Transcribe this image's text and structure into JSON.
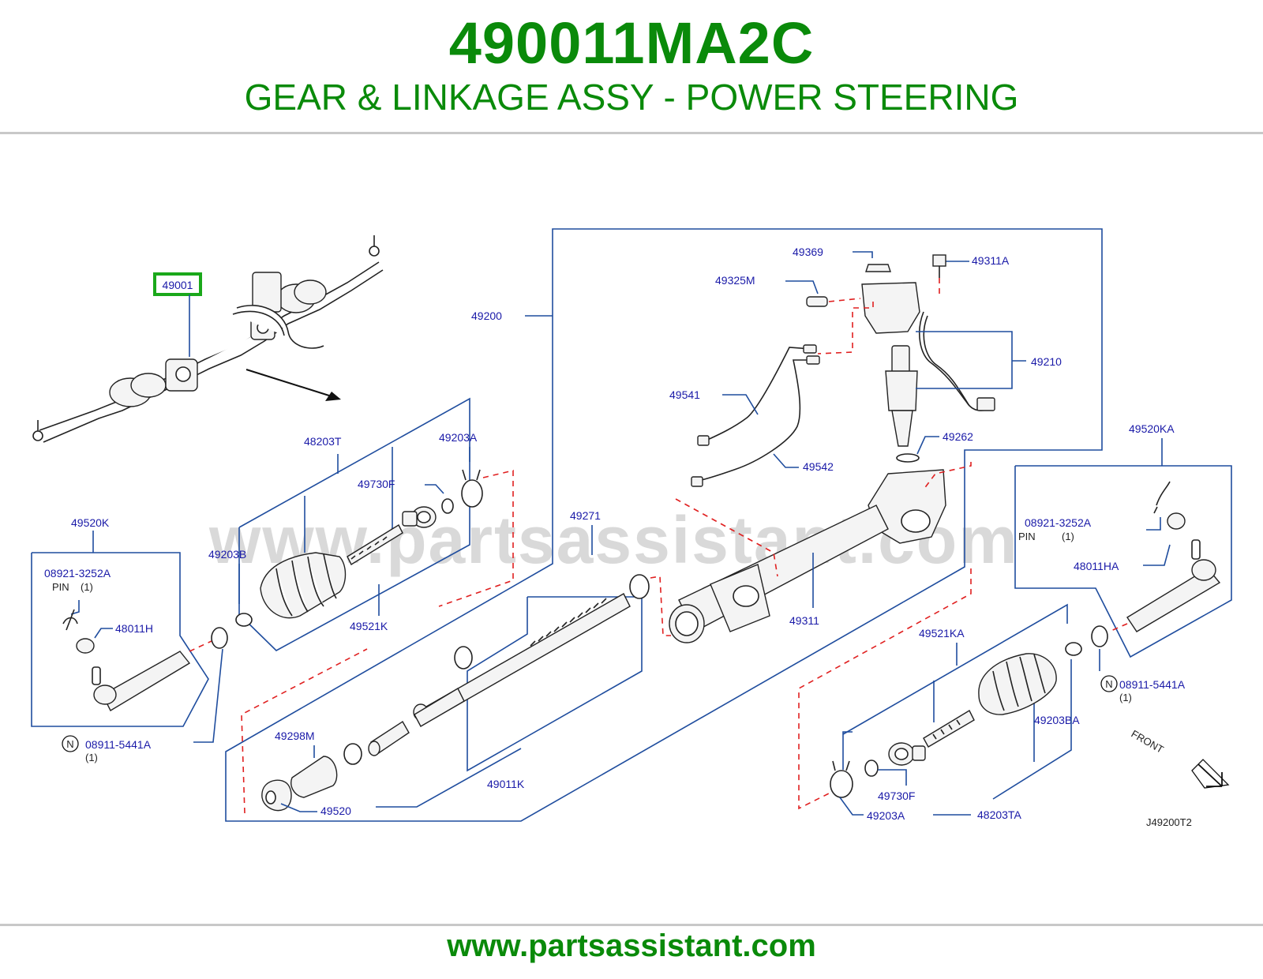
{
  "header": {
    "part_number": "490011MA2C",
    "description": "GEAR & LINKAGE ASSY - POWER STEERING"
  },
  "watermark": "www.partsassistant.com",
  "footer": {
    "url": "www.partsassistant.com"
  },
  "diagram": {
    "figure_code": "J49200T2",
    "front_label": "FRONT",
    "highlight_color": "#1aa81a",
    "highlighted_part": "49001",
    "callouts": {
      "c49001": "49001",
      "c49200": "49200",
      "c49369": "49369",
      "c49311A": "49311A",
      "c49325M": "49325M",
      "c49210": "49210",
      "c49541": "49541",
      "c49542": "49542",
      "c49262": "49262",
      "c49311": "49311",
      "c48203T": "48203T",
      "c49203A_top": "49203A",
      "c49730F_top": "49730F",
      "c49203B": "49203B",
      "c49521K": "49521K",
      "c49520K": "49520K",
      "c08921_3252A_left": "08921-3252A",
      "pin_left": "PIN",
      "qty_pin_left": "(1)",
      "c48011H": "48011H",
      "n_left": "N",
      "c08911_5441A_left": "08911-5441A",
      "qty_nut_left": "(1)",
      "c49271": "49271",
      "c49298M": "49298M",
      "c49520": "49520",
      "c49011K": "49011K",
      "c49520KA": "49520KA",
      "c08921_3252A_right": "08921-3252A",
      "pin_right": "PIN",
      "qty_pin_right": "(1)",
      "c48011HA": "48011HA",
      "n_right": "N",
      "c08911_5441A_right": "08911-5441A",
      "qty_nut_right": "(1)",
      "c49521KA": "49521KA",
      "c49203BA": "49203BA",
      "c49730F_bottom": "49730F",
      "c49203A_bottom": "49203A",
      "c48203TA": "48203TA"
    }
  }
}
